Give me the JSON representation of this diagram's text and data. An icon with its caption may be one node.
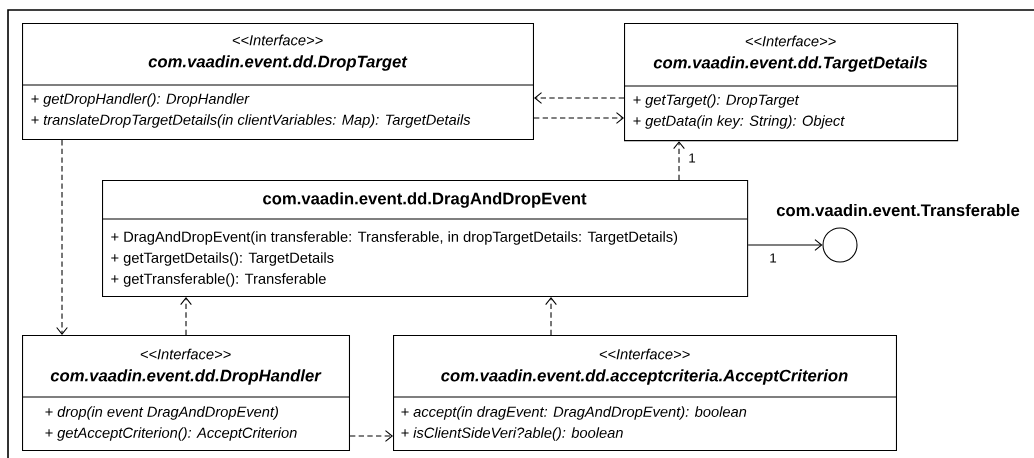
{
  "diagram": {
    "nodes": [
      {
        "text": [
          "<<Interface>>",
          "com.vaadin.event.dd.DropTarget",
          "+ getDropHandler(): DropHandler",
          "+ translateDropTargetDetails(in clientVariables: Map): TargetDetails"
        ]
      },
      {
        "text": [
          "<<Interface>>",
          "com.vaadin.event.dd.TargetDetails",
          "+ getTarget(): DropTarget",
          "+ getData(in key: String): Object"
        ]
      },
      {
        "text": [
          "com.vaadin.event.dd.DragAndDropEvent",
          "+ DragAndDropEvent(in transferable: Transferable, in dropTargetDetails: TargetDetails)",
          "+ getTargetDetails(): TargetDetails",
          "+ getTransferable(): Transferable"
        ]
      },
      {
        "text": [
          "com.vaadin.event.Transferable"
        ]
      },
      {
        "text": [
          "<<Interface>>",
          "com.vaadin.event.dd.DropHandler",
          "+ drop(in event DragAndDropEvent)",
          "+ getAcceptCriterion(): AcceptCriterion"
        ]
      },
      {
        "text": [
          "<<Interface>>",
          "com.vaadin.event.dd.acceptcriteria.AcceptCriterion",
          "+ accept(in dragEvent: DragAndDropEvent): boolean",
          "+ isClientSideVeri?able(): boolean"
        ]
      }
    ],
    "edges": [
      {
        "from": 1,
        "to": 0,
        "arrow": "to",
        "style": "dashed"
      },
      {
        "from": 0,
        "to": 1,
        "arrow": "to",
        "style": "dashed"
      },
      {
        "from": 0,
        "to": 4,
        "arrow": "to",
        "style": "dashed"
      },
      {
        "from": 2,
        "to": 1,
        "arrow": "to",
        "style": "dashed",
        "label": "1"
      },
      {
        "from": 2,
        "to": 3,
        "arrow": "to",
        "label": "1"
      },
      {
        "from": 4,
        "to": 2,
        "arrow": "to",
        "style": "dashed"
      },
      {
        "from": 5,
        "to": 2,
        "arrow": "to",
        "style": "dashed"
      },
      {
        "from": 4,
        "to": 5,
        "arrow": "to",
        "style": "dashed"
      }
    ]
  }
}
